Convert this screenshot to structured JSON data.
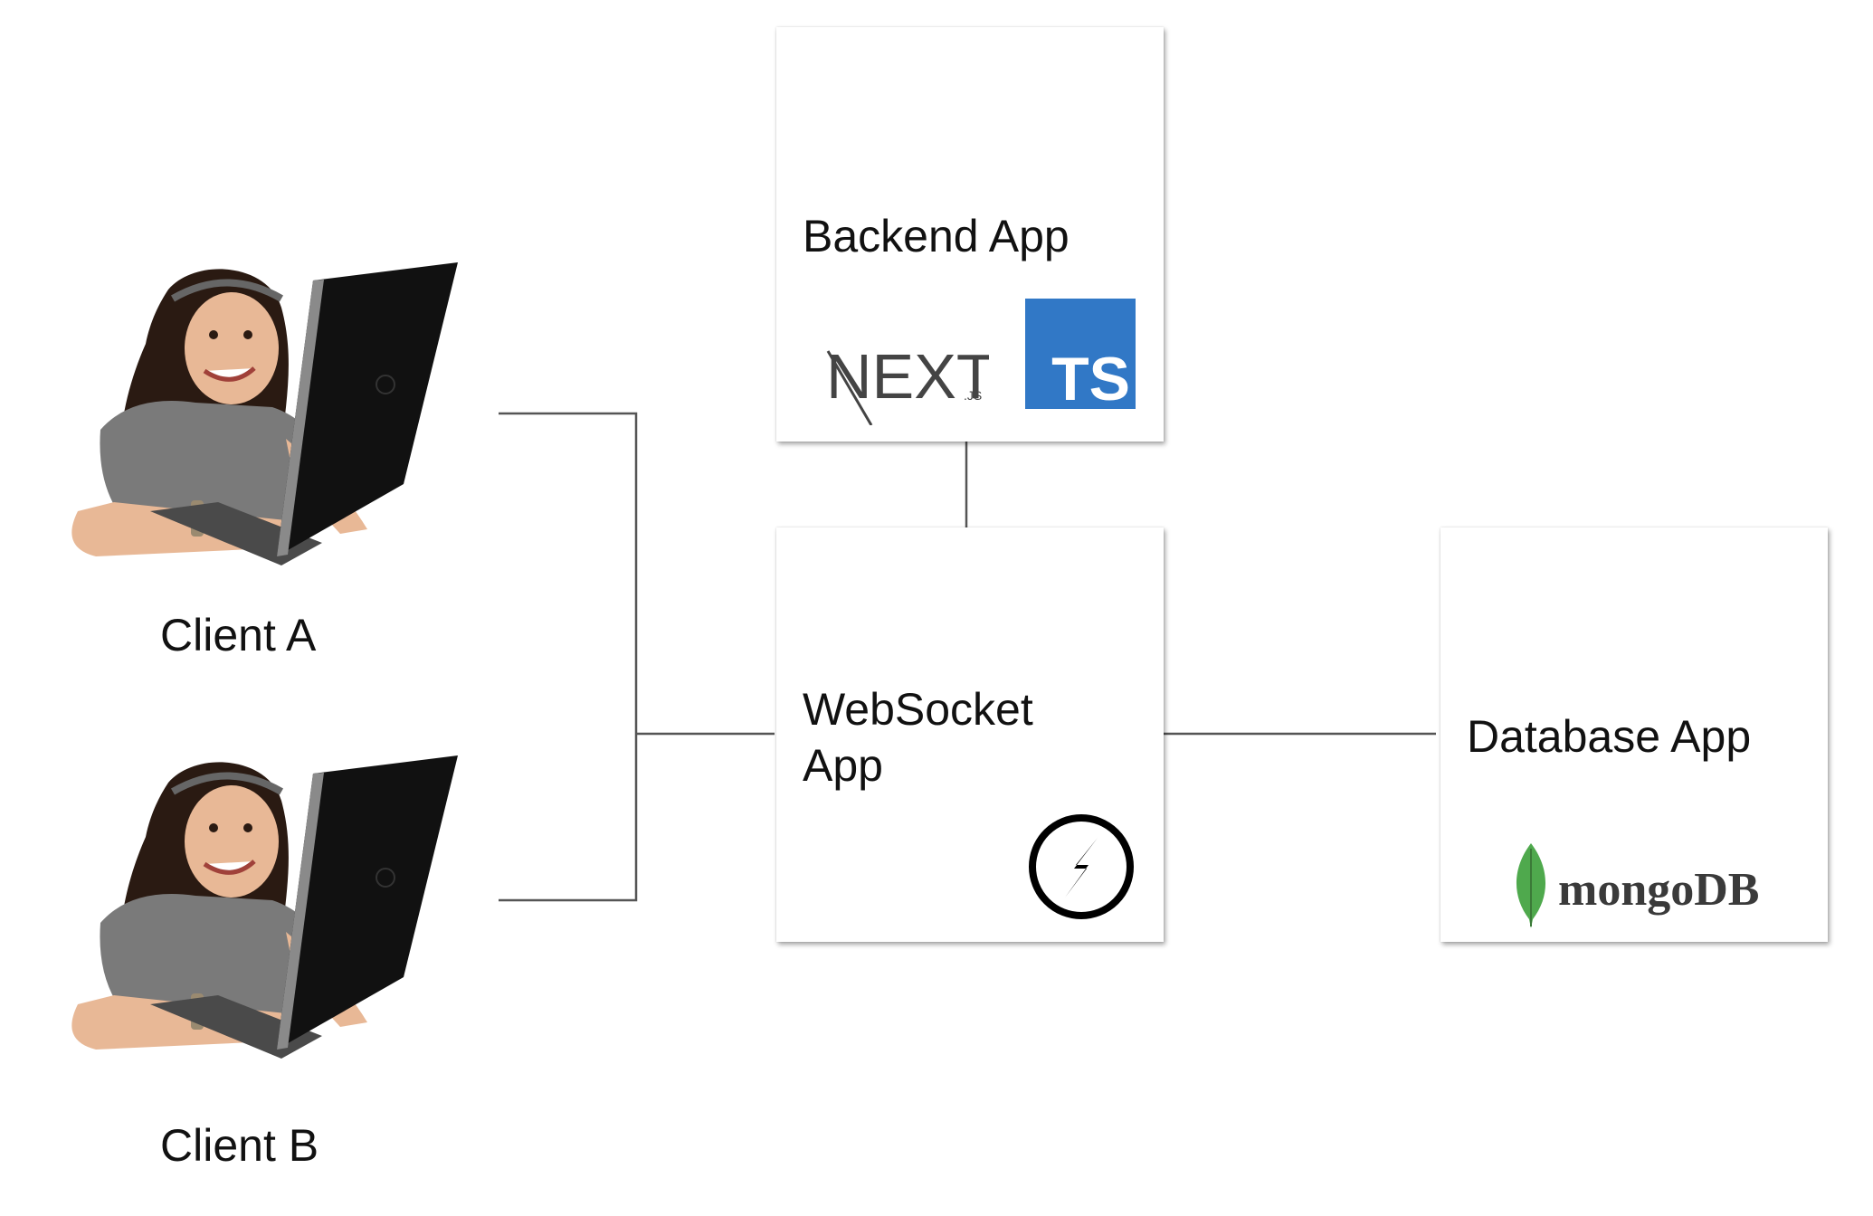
{
  "clients": [
    {
      "label": "Client A",
      "icon": "person-with-laptop-icon"
    },
    {
      "label": "Client B",
      "icon": "person-with-laptop-icon"
    }
  ],
  "boxes": {
    "backend": {
      "label": "Backend App",
      "logos": [
        {
          "name": "nextjs-logo",
          "text": "NEXT",
          "subtext": ".JS"
        },
        {
          "name": "typescript-logo",
          "text": "TS",
          "color": "#3178c6"
        }
      ]
    },
    "websocket": {
      "label": "WebSocket\nApp",
      "logos": [
        {
          "name": "socketio-logo",
          "color": "#000000"
        }
      ]
    },
    "database": {
      "label": "Database App",
      "logos": [
        {
          "name": "mongodb-logo",
          "text": "mongoDB",
          "color": "#4fa94d"
        }
      ]
    }
  },
  "colors": {
    "connector": "#555555",
    "text": "#111111",
    "typescript": "#3178c6",
    "mongodb_leaf": "#4fa94d"
  }
}
